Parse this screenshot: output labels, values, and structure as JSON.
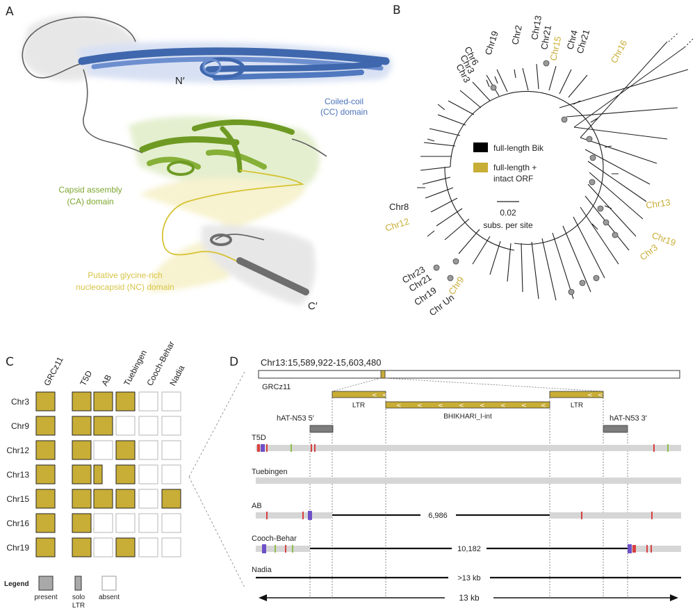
{
  "colors": {
    "gold": "#c8ad36",
    "gold_dark": "#a48b1e",
    "blue": "#4a72b8",
    "green": "#7ea630",
    "yellow": "#dcc84a",
    "grey": "#7d7d7d",
    "track": "#d6d6d6"
  },
  "panel_labels": {
    "a": "A",
    "b": "B",
    "c": "C",
    "d": "D"
  },
  "panel_a": {
    "n_term": "N′",
    "c_term": "C′",
    "cc_domain_1": "Coiled-coil",
    "cc_domain_2": "(CC) domain",
    "ca_domain_1": "Capsid assembly",
    "ca_domain_2": "(CA) domain",
    "nc_domain_1": "Putative glycine-rich",
    "nc_domain_2": "nucleocapsid (NC) domain"
  },
  "panel_b": {
    "legend_black": "full-length Bik",
    "legend_gold_1": "full-length +",
    "legend_gold_2": "intact ORF",
    "scale_value": "0.02",
    "scale_unit": "subs. per site",
    "labels_top": [
      "Chr19",
      "Chr2",
      "Chr13",
      "Chr21",
      "Chr15",
      "Chr4",
      "Chr21",
      "Chr16"
    ],
    "labels_topleft": [
      "Chr6",
      "Chr3",
      "Chr3"
    ],
    "label_chr8": "Chr8",
    "label_chr12": "Chr12",
    "labels_bottom": [
      "Chr23",
      "Chr21",
      "Chr9",
      "Chr19",
      "Chr Un"
    ],
    "labels_right": [
      "Chr13",
      "Chr19",
      "Chr3"
    ]
  },
  "panel_c": {
    "columns": [
      "GRCz11",
      "T5D",
      "AB",
      "Tuebingen",
      "Cooch-Behar",
      "Nadia"
    ],
    "rows": [
      {
        "name": "Chr3",
        "cells": [
          "present",
          "present",
          "present",
          "present",
          "absent",
          "absent"
        ]
      },
      {
        "name": "Chr9",
        "cells": [
          "present",
          "present",
          "present",
          "absent",
          "absent",
          "absent"
        ]
      },
      {
        "name": "Chr12",
        "cells": [
          "present",
          "present",
          "absent",
          "present",
          "absent",
          "absent"
        ]
      },
      {
        "name": "Chr13",
        "cells": [
          "present",
          "present",
          "solo",
          "present",
          "absent",
          "absent"
        ]
      },
      {
        "name": "Chr15",
        "cells": [
          "present",
          "present",
          "present",
          "present",
          "absent",
          "present"
        ]
      },
      {
        "name": "Chr16",
        "cells": [
          "present",
          "present",
          "absent",
          "absent",
          "absent",
          "absent"
        ]
      },
      {
        "name": "Chr19",
        "cells": [
          "present",
          "present",
          "absent",
          "present",
          "absent",
          "absent"
        ]
      }
    ],
    "legend_title": "Legend",
    "legend_present": "present",
    "legend_solo_1": "solo",
    "legend_solo_2": "LTR",
    "legend_absent": "absent"
  },
  "panel_d": {
    "coordinates": "Chr13:15,589,922-15,603,480",
    "reference": "GRCz11",
    "ltr_left": "LTR",
    "ltr_right": "LTR",
    "internal": "BHIKHARI_I-int",
    "hat_left": "hAT-N53 5′",
    "hat_right": "hAT-N53 3′",
    "tracks": [
      "T5D",
      "Tuebingen",
      "AB",
      "Cooch-Behar",
      "Nadia"
    ],
    "gap_ab": "6,986",
    "gap_cooch": "10,182",
    "gap_nadia": ">13 kb",
    "scale": "13 kb"
  }
}
